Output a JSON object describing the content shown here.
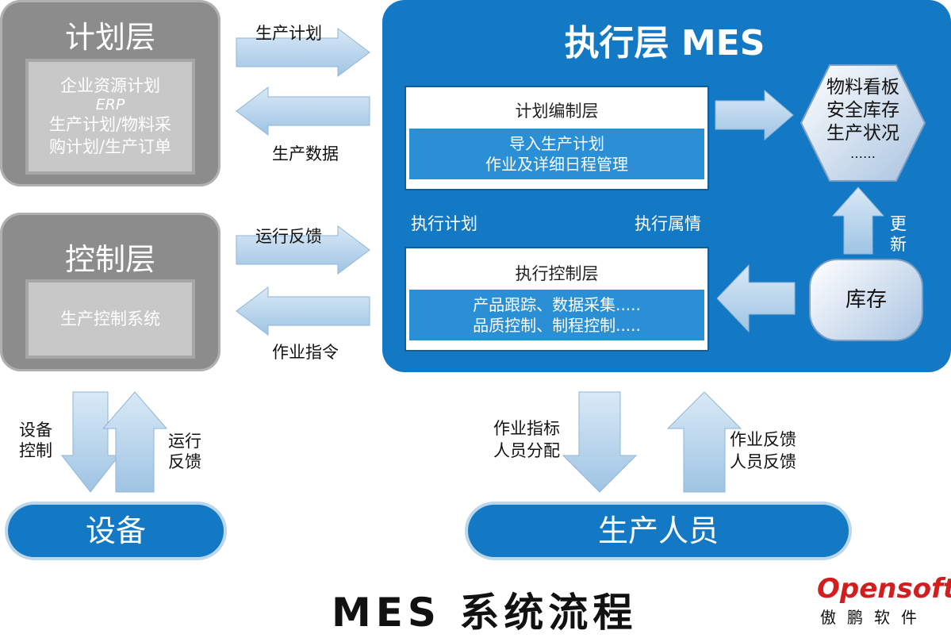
{
  "planning": {
    "title": "计划层",
    "lines": [
      "企业资源计划",
      "ERP",
      "生产计划/物料采",
      "购计划/生产订单"
    ]
  },
  "control": {
    "title": "控制层",
    "inner": "生产控制系统"
  },
  "mes": {
    "title": "执行层 MES",
    "plan_box": {
      "title": "计划编制层",
      "lines": [
        "导入生产计划",
        "作业及详细日程管理"
      ]
    },
    "exec_box": {
      "title": "执行控制层",
      "lines": [
        "产品跟踪、数据采集.....",
        "品质控制、制程控制....."
      ]
    },
    "exec_plan_label": "执行计划",
    "exec_status_label": "执行属情",
    "hex_lines": [
      "物料看板",
      "安全库存",
      "生产状况",
      "……"
    ],
    "update_label": [
      "更",
      "新"
    ],
    "inventory": "库存"
  },
  "arrows": {
    "prod_plan": "生产计划",
    "prod_data": "生产数据",
    "run_feedback": "运行反馈",
    "work_order": "作业指令",
    "device_control": [
      "设备",
      "控制"
    ],
    "run_feedback2": [
      "运行",
      "反馈"
    ],
    "work_index": [
      "作业指标",
      "人员分配"
    ],
    "work_feedback": [
      "作业反馈",
      "人员反馈"
    ]
  },
  "bottom": {
    "equipment": "设备",
    "personnel": "生产人员"
  },
  "footer": {
    "title": "MES 系统流程",
    "brand": "Opensoft",
    "brand_cn": "傲鹏软件"
  },
  "colors": {
    "mes_blue": "#1479c4",
    "arrow_fill": "#b4d2ea",
    "gray": "#8c8c8c",
    "brand_red": "#d21e1e"
  }
}
